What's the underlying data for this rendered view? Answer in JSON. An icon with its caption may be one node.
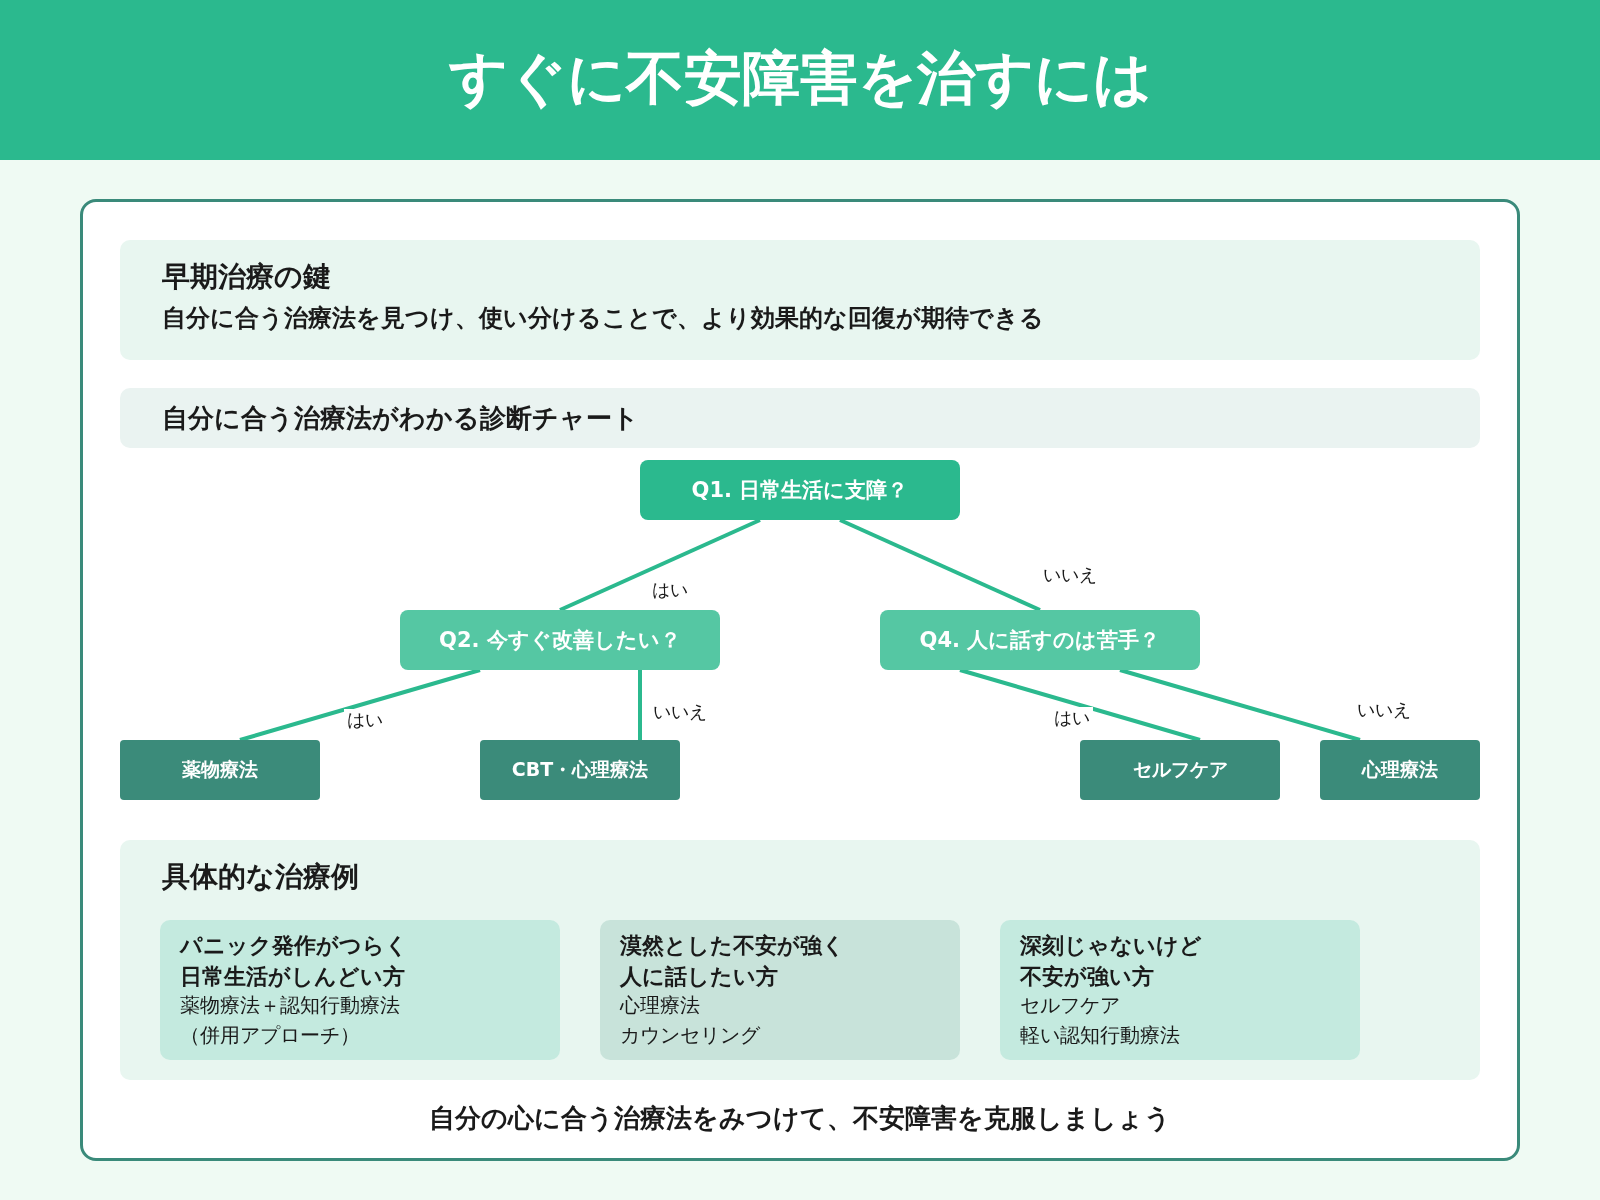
{
  "diagram": {
    "title": "すぐに不安障害を治すには",
    "nodes": [
      {
        "text": [
          "早期治療の鍵",
          "自分に合う治療法を見つけ、使い分けることで、より効果的な回復が期待できる"
        ]
      },
      {
        "text": [
          "自分に合う治療法がわかる診断チャート"
        ]
      },
      {
        "text": [
          "Q1. 日常生活に支障？"
        ]
      },
      {
        "text": [
          "Q2. 今すぐ改善したい？"
        ]
      },
      {
        "text": [
          "Q4. 人に話すのは苦手？"
        ]
      },
      {
        "text": [
          "薬物療法"
        ]
      },
      {
        "text": [
          "CBT・心理療法"
        ]
      },
      {
        "text": [
          "セルフケア"
        ]
      },
      {
        "text": [
          "心理療法"
        ]
      },
      {
        "text": [
          "具体的な治療例"
        ]
      },
      {
        "text": [
          "パニック発作がつらく日常生活がしんどい方",
          "薬物療法＋認知行動療法（併用アプローチ）"
        ],
        "in": 9
      },
      {
        "text": [
          "漠然とした不安が強く人に話したい方",
          "心理療法",
          "カウンセリング"
        ],
        "in": 9
      },
      {
        "text": [
          "深刻じゃないけど不安が強い方",
          "セルフケア",
          "軽い認知行動療法"
        ],
        "in": 9
      }
    ],
    "edges": [
      {
        "from": 2,
        "to": 3,
        "arrow": "none",
        "label": "はい"
      },
      {
        "from": 2,
        "to": 4,
        "arrow": "none",
        "label": "いいえ"
      },
      {
        "from": 3,
        "to": 5,
        "arrow": "none",
        "label": "はい"
      },
      {
        "from": 3,
        "to": 6,
        "arrow": "none",
        "label": "いいえ"
      },
      {
        "from": 4,
        "to": 7,
        "arrow": "none",
        "label": "はい"
      },
      {
        "from": 4,
        "to": 8,
        "arrow": "none",
        "label": "いいえ"
      }
    ],
    "labels": [
      "自分の心に合う治療法をみつけて、不安障害を克服しましょう"
    ]
  }
}
